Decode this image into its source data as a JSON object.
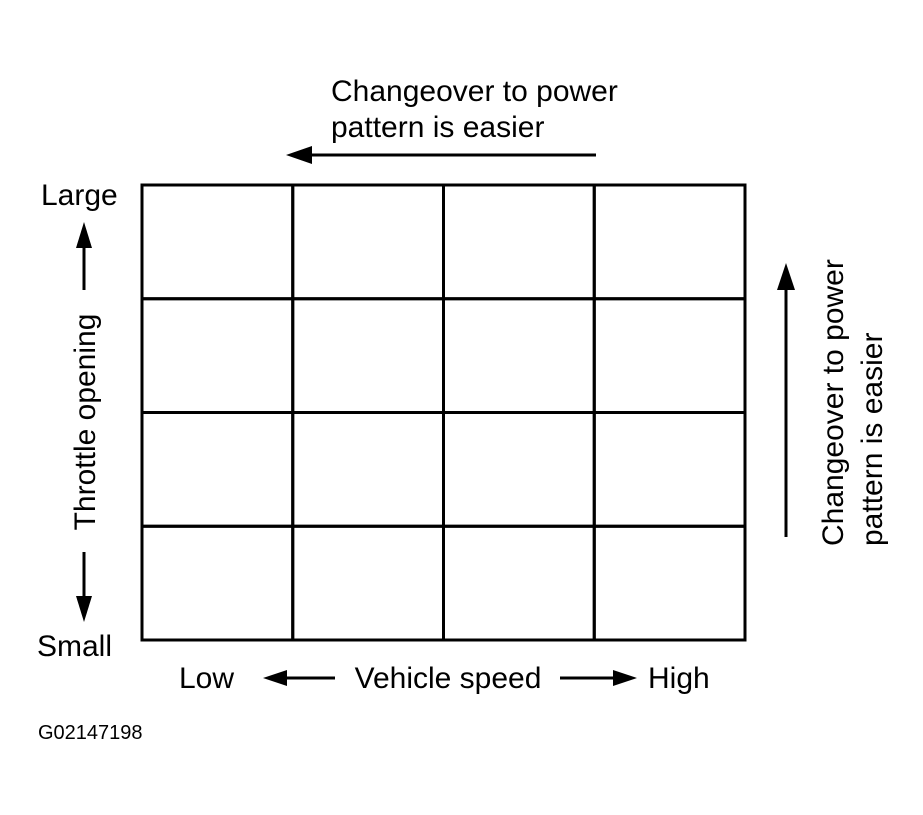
{
  "diagram": {
    "top_note": {
      "line1": "Changeover to power",
      "line2": "pattern is easier"
    },
    "right_note": {
      "line1": "Changeover to power",
      "line2": "pattern is easier"
    },
    "y_axis": {
      "label": "Throttle opening",
      "max_label": "Large",
      "min_label": "Small"
    },
    "x_axis": {
      "label": "Vehicle speed",
      "min_label": "Low",
      "max_label": "High"
    },
    "grid": {
      "rows": 4,
      "columns": 4
    },
    "figure_id": "G02147198",
    "colors": {
      "ink": "#000000",
      "background": "#ffffff"
    }
  }
}
